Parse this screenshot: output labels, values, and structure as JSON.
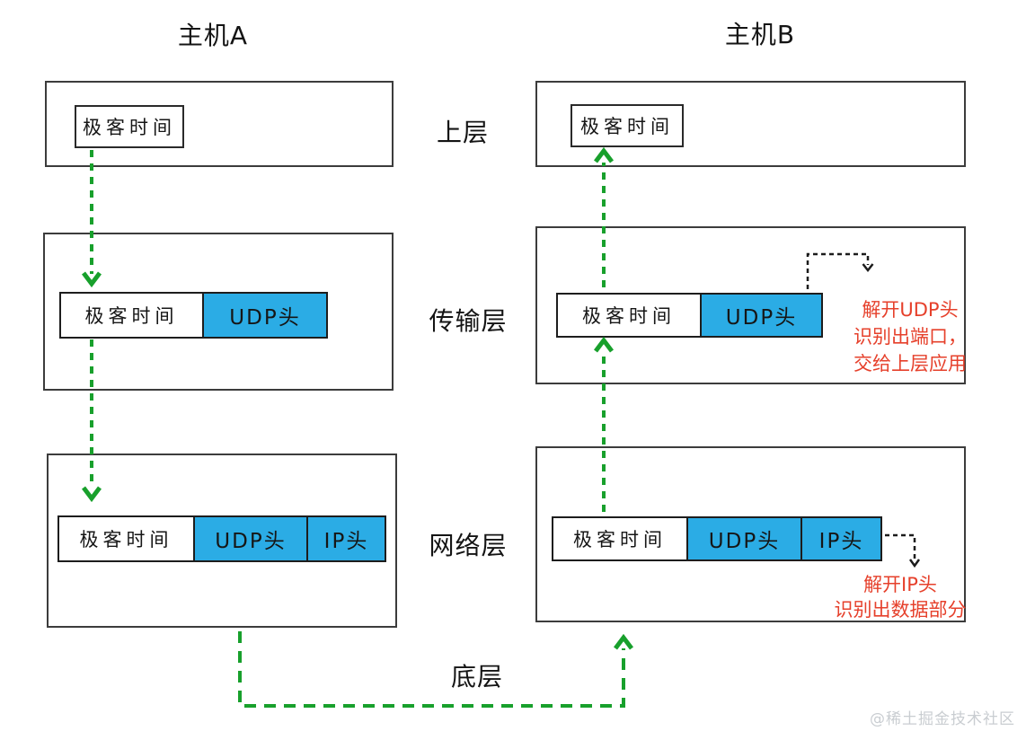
{
  "hosts": {
    "a": {
      "title": "主机A"
    },
    "b": {
      "title": "主机B"
    }
  },
  "layer_labels": {
    "upper": "上层",
    "transport": "传输层",
    "network": "网络层",
    "bottom": "底层"
  },
  "packet": {
    "payload": "极客时间",
    "udp_header": "UDP头",
    "ip_header": "IP头"
  },
  "annotations": {
    "udp_unpack": {
      "line1": "解开UDP头",
      "line2": "识别出端口，",
      "line3": "交给上层应用"
    },
    "ip_unpack": {
      "line1": "解开IP头",
      "line2": "识别出数据部分"
    }
  },
  "watermark": "@稀土掘金技术社区",
  "colors": {
    "header_fill": "#2BACE5",
    "arrow_green": "#18A02C",
    "annotation_red": "#E6402B",
    "box_border": "#3C3C3C",
    "watermark": "#C9CDD1"
  }
}
